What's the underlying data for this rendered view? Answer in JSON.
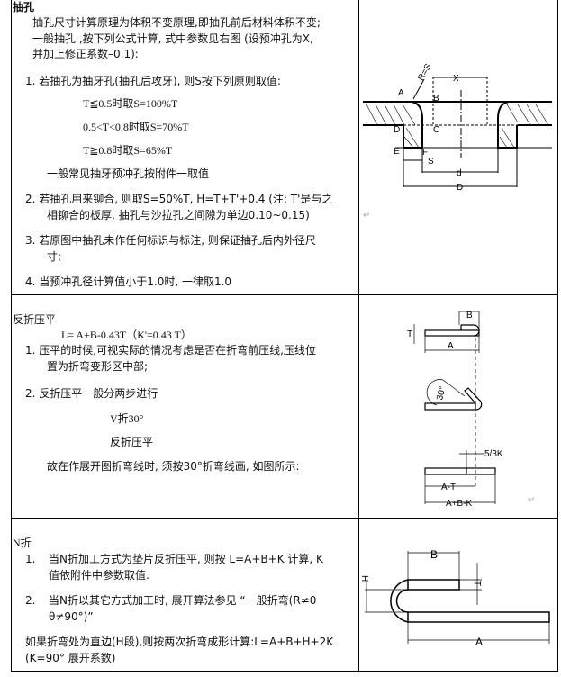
{
  "sections": [
    {
      "title": "抽孔",
      "intro": [
        "抽孔尺寸计算原理为体积不变原理,即抽孔前后材料体积不变;",
        "一般抽孔 ,按下列公式计算, 式中参数见右图 (设预冲孔为X,",
        "并加上修正系数–0.1):"
      ],
      "item1": "1. 若抽孔为抽牙孔(抽孔后攻牙), 则S按下列原则取值:",
      "rules": [
        "T≦0.5时取S=100%T",
        "0.5<T<0.8时取S=70%T",
        "T≧0.8时取S=65%T"
      ],
      "note": "一般常见抽牙预冲孔按附件一取值",
      "item2": [
        "2. 若抽孔用来铆合, 则取S=50%T, H=T+T'+0.4 (注: T'是与之",
        "相铆合的板厚, 抽孔与沙拉孔之间隙为单边0.10~0.15)"
      ],
      "item3": [
        "3. 若原图中抽孔未作任何标识与标注, 则保证抽孔后内外径尺",
        "寸;"
      ],
      "item4": "4. 当预冲孔径计算值小于1.0时, 一律取1.0",
      "figure_labels": {
        "rs": "R=S",
        "x": "X",
        "a": "A",
        "b": "B",
        "c": "C",
        "d_pt": "D",
        "e": "E",
        "f": "F",
        "s": "S",
        "d_small": "d",
        "d_big": "D"
      }
    },
    {
      "title": "反折压平",
      "formula": "L= A+B-0.43T（K'=0.43 T）",
      "item1": [
        "1. 压平的时候,可视实际的情况考虑是否在折弯前压线,压线位",
        "置为折弯变形区中部;"
      ],
      "item2": "2. 反折压平一般分两步进行",
      "steps": [
        "V折30°",
        "反折压平"
      ],
      "note": "故在作展开图折弯线时, 须按30°折弯线画, 如图所示:",
      "figure_labels": {
        "b": "B",
        "t": "T",
        "a": "A",
        "angle": "30°",
        "offset": "5/3K",
        "a_minus_t": "A-T",
        "total": "A+B-K"
      }
    },
    {
      "title": "N折",
      "item1": [
        "1.",
        "当N折加工方式为垫片反折压平, 则按 L=A+B+K 计算, K",
        "值依附件中参数取值."
      ],
      "item2": [
        "2.",
        "当N折以其它方式加工时, 展开算法参见 “一般折弯(R≠0",
        "θ≠90°)”"
      ],
      "note": [
        "如果折弯处为直边(H段),则按两次折弯成形计算:L=A+B+H+2K",
        "(K=90° 展开系数)"
      ],
      "figure_labels": {
        "b": "B",
        "h": "H",
        "t": "T",
        "a": "A"
      }
    }
  ],
  "icons": {
    "paragraph_mark": "↵"
  }
}
